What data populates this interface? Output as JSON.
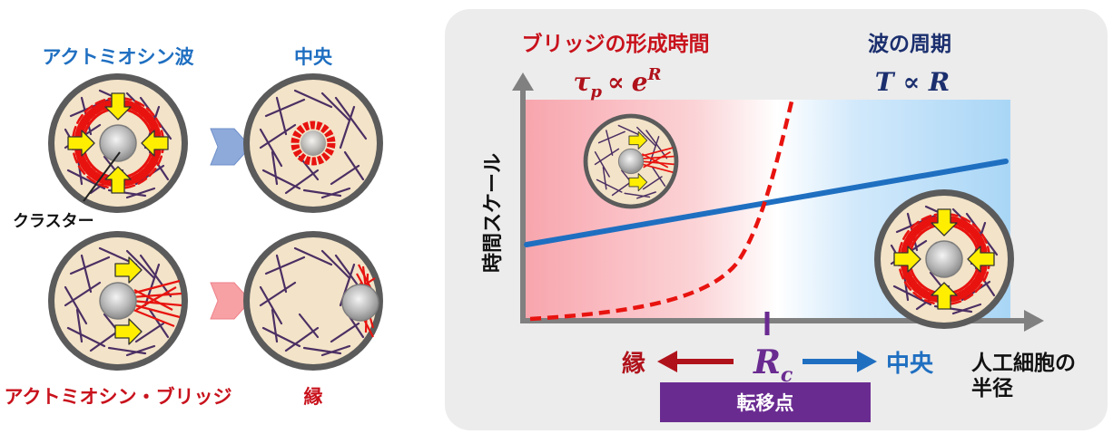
{
  "left_panel": {
    "top_left_label": "アクトミオシン波",
    "top_right_label": "中央",
    "cluster_label": "クラスター",
    "bottom_left_label": "アクトミオシン・ブリッジ",
    "bottom_right_label": "縁"
  },
  "right_panel": {
    "bridge_title": "ブリッジの形成時間",
    "bridge_formula_base": "τ",
    "bridge_formula_sub": "p",
    "bridge_formula_rel": "∝",
    "bridge_formula_e": "e",
    "bridge_formula_sup": "R",
    "wave_title": "波の周期",
    "wave_formula": "T ∝ R",
    "y_axis_label": "時間スケール",
    "x_axis_label_line1": "人工細胞の",
    "x_axis_label_line2": "半径",
    "edge_label": "縁",
    "center_label": "中央",
    "rc_base": "R",
    "rc_sub": "c",
    "transition_label": "転移点"
  },
  "colors": {
    "wave_blue": "#1f6fc1",
    "bridge_red": "#d81c1c",
    "dark_red": "#b0121b",
    "purple": "#6a2b91",
    "navy": "#1b2f6e",
    "panel_gray": "#ececec",
    "arrow_yellow": "#ffee00"
  }
}
